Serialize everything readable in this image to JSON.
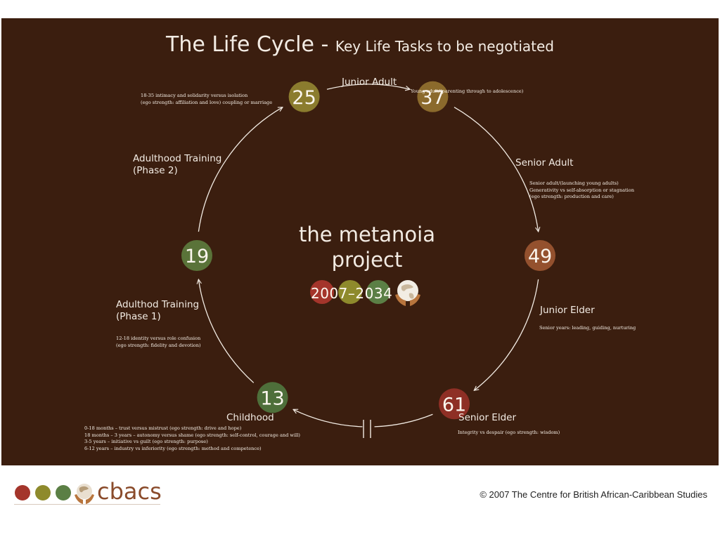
{
  "title": {
    "main": "The Life Cycle - ",
    "sub": "Key Life Tasks to be negotiated"
  },
  "center": {
    "line1": "the metanoia",
    "line2": "project",
    "years": "2007–2034"
  },
  "nodes": [
    {
      "label": "25",
      "color": "#8b7c2e"
    },
    {
      "label": "37",
      "color": "#8b6a2c"
    },
    {
      "label": "49",
      "color": "#94512e"
    },
    {
      "label": "61",
      "color": "#8e2f25"
    },
    {
      "label": "13",
      "color": "#4e6f3a"
    },
    {
      "label": "19",
      "color": "#5a7339"
    }
  ],
  "stages": {
    "junior_adult": "Junior Adult",
    "senior_adult": "Senior Adult",
    "junior_elder": "Junior Elder",
    "senior_elder": "Senior Elder",
    "childhood": "Childhood",
    "adult_training_1": {
      "line1": "Adulthod Training",
      "line2": "(Phase 1)"
    },
    "adult_training_2": {
      "line1": "Adulthood Training",
      "line2": "(Phase 2)"
    }
  },
  "descriptions": {
    "d25": {
      "line1": "18-35 intimacy and solidarity versus isolation",
      "line2": "(ego strength: affiliation and love) coupling or marriage"
    },
    "d37": "Young adult/(parenting through to adolescence)",
    "d49": {
      "line1": "Senior adult/(launching young adults)",
      "line2": "Generativity vs self-absorption or stagnation",
      "line3": "(ego strength: production and care)"
    },
    "d61": "Senior years: leading, guiding, nurturing",
    "d_elder": "Integrity vs despair (ego strength: wisdom)",
    "d13": {
      "line1": "12-18 identity versus role confusion",
      "line2": "(ego strength: fidelity and devotion)"
    },
    "d_child": {
      "line1": "0-18 months – trust versus mistrust (ego strength: drive and hope)",
      "line2": "18 months – 3 years – autonomy versus shame (ego strength: self-control, courage and will)",
      "line3": "3-5 years – initiative vs guilt (ego strength: purpose)",
      "line4": "6-12 years – industry vs inferiority (ego strength: method and competence)"
    }
  },
  "footer": {
    "brand": "cbacs",
    "copyright": "© 2007 The Centre for British African-Caribbean Studies"
  },
  "colors": {
    "background": "#3b1e0f",
    "red": "#a4352b",
    "olive": "#8e8a2c",
    "green": "#5b7f45",
    "brand": "#8a4b2b"
  }
}
